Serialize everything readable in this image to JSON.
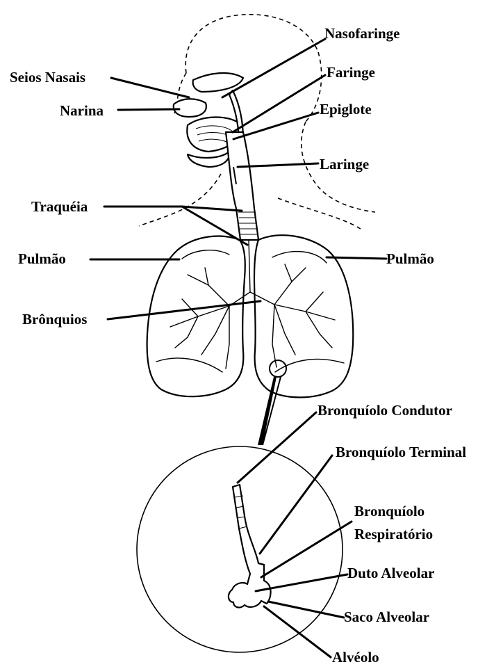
{
  "labels": {
    "nasofaringe": "Nasofaringe",
    "seios_nasais": "Seios Nasais",
    "faringe": "Faringe",
    "narina": "Narina",
    "epiglote": "Epiglote",
    "laringe": "Laringe",
    "traqueia": "Traquéia",
    "pulmao_left": "Pulmão",
    "pulmao_right": "Pulmão",
    "bronquios": "Brônquios",
    "bronquiolo_condutor": "Bronquíolo Condutor",
    "bronquiolo_terminal": "Bronquíolo Terminal",
    "bronquiolo_respiratorio_line1": "Bronquíolo",
    "bronquiolo_respiratorio_line2": "Respiratório",
    "duto_alveolar": "Duto Alveolar",
    "saco_alveolar": "Saco Alveolar",
    "alveolo": "Alvéolo"
  }
}
